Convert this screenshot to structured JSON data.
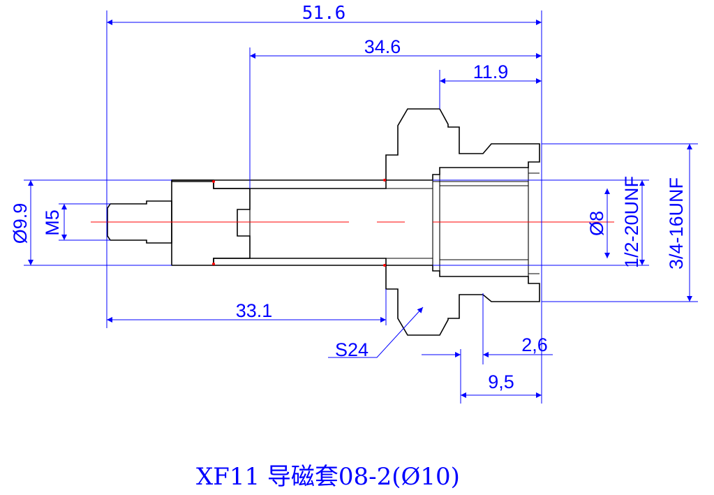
{
  "drawing": {
    "title": "XF11 导磁套08-2(Ø10)",
    "colors": {
      "outline": "#000000",
      "dimension": "#0000ff",
      "hatch": "#00b000",
      "centerline": "#ff0000",
      "background": "#ffffff"
    },
    "dimensions": {
      "overall_length": "51.6",
      "bore_length": "34.6",
      "thread_length": "11.9",
      "flange_offset": "33.1",
      "hex_size": "S24",
      "groove_width": "2,6",
      "groove_distance": "9,5",
      "shaft_diameter": "Ø9.9",
      "end_thread": "M5",
      "bore_diameter": "Ø8",
      "inner_thread": "1/2-20UNF",
      "outer_thread": "3/4-16UNF"
    }
  }
}
